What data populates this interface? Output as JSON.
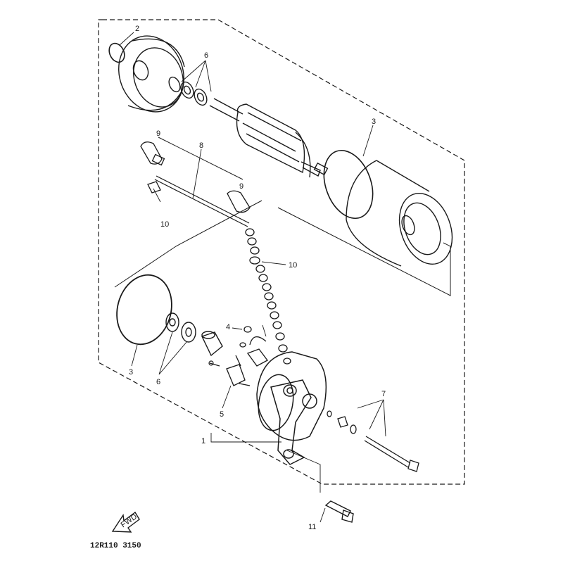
{
  "callouts": {
    "c1": "1",
    "c2": "2",
    "c3a": "3",
    "c3b": "3",
    "c4": "4",
    "c5": "5",
    "c6a": "6",
    "c6b": "6",
    "c7": "7",
    "c8": "8",
    "c9a": "9",
    "c9b": "9",
    "c10a": "10",
    "c10b": "10",
    "c11": "11"
  },
  "front_arrow_label": "FWD",
  "drawing_code": "12R110 3150",
  "ink_color": "#1a1a1a"
}
